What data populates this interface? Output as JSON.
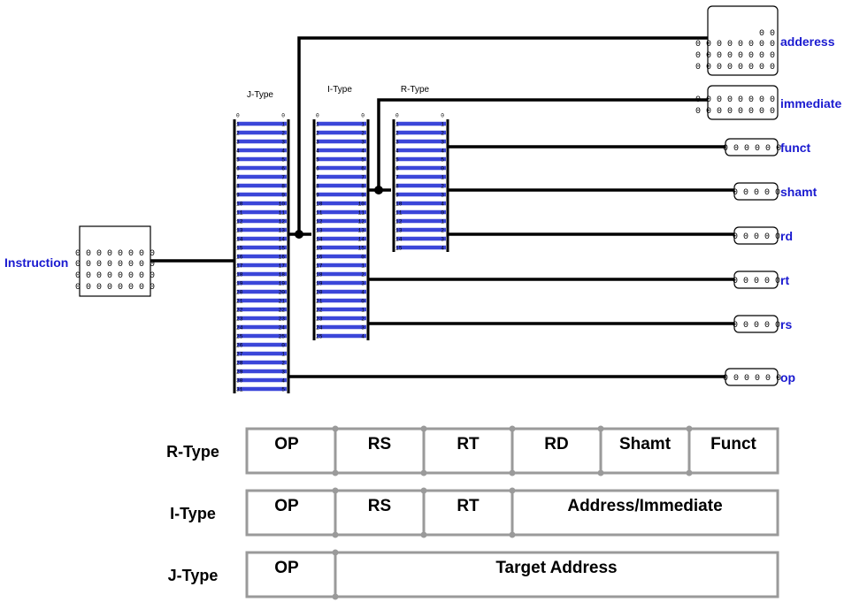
{
  "colors": {
    "label_blue": "#1a1ad0",
    "splitter_blue": "#3b46d9",
    "wire": "#000000",
    "table_border": "#9a9a9a"
  },
  "input": {
    "label": "Instruction",
    "rows": [
      "0 0 0 0 0 0 0 0",
      "0 0 0 0 0 0 0 0",
      "0 0 0 0 0 0 0 0",
      "0 0 0 0 0 0 0 0"
    ]
  },
  "splitter_titles": {
    "j": "J-Type",
    "i": "I-Type",
    "r": "R-Type"
  },
  "splitters": {
    "j": {
      "left": [
        "0",
        "1",
        "2",
        "3",
        "4",
        "5",
        "6",
        "7",
        "8",
        "9",
        "10",
        "11",
        "12",
        "13",
        "14",
        "15",
        "16",
        "17",
        "18",
        "19",
        "20",
        "21",
        "22",
        "23",
        "24",
        "25",
        "26",
        "27",
        "28",
        "29",
        "30",
        "31"
      ],
      "right": [
        "0",
        "1",
        "2",
        "3",
        "4",
        "5",
        "6",
        "7",
        "8",
        "9",
        "10",
        "11",
        "12",
        "13",
        "14",
        "15",
        "16",
        "17",
        "18",
        "19",
        "20",
        "21",
        "22",
        "23",
        "24",
        "25",
        "0",
        "1",
        "2",
        "3",
        "4",
        "5"
      ]
    },
    "i": {
      "left": [
        "0",
        "1",
        "2",
        "3",
        "4",
        "5",
        "6",
        "7",
        "8",
        "9",
        "10",
        "11",
        "12",
        "13",
        "14",
        "15",
        "16",
        "17",
        "18",
        "19",
        "20",
        "21",
        "22",
        "23",
        "24",
        "25"
      ],
      "right": [
        "0",
        "1",
        "2",
        "3",
        "4",
        "5",
        "6",
        "7",
        "8",
        "9",
        "10",
        "11",
        "12",
        "13",
        "14",
        "15",
        "0",
        "1",
        "2",
        "3",
        "4",
        "0",
        "1",
        "2",
        "3",
        "4"
      ]
    },
    "r": {
      "left": [
        "0",
        "1",
        "2",
        "3",
        "4",
        "5",
        "6",
        "7",
        "8",
        "9",
        "10",
        "11",
        "12",
        "13",
        "14",
        "15"
      ],
      "right": [
        "0",
        "1",
        "2",
        "3",
        "4",
        "5",
        "0",
        "1",
        "2",
        "3",
        "4",
        "0",
        "1",
        "2",
        "3",
        "4"
      ]
    }
  },
  "outputs": {
    "adderess": {
      "label": "adderess",
      "rows": [
        "0 0",
        "0 0 0 0 0 0 0 0",
        "0 0 0 0 0 0 0 0",
        "0 0 0 0 0 0 0 0"
      ]
    },
    "immediate": {
      "label": "immediate",
      "rows": [
        "0 0 0 0 0 0 0 0",
        "0 0 0 0 0 0 0 0"
      ]
    },
    "funct": {
      "label": "funct",
      "value": "0 0 0 0 0 0"
    },
    "shamt": {
      "label": "shamt",
      "value": "0 0 0 0 0"
    },
    "rd": {
      "label": "rd",
      "value": "0 0 0 0 0"
    },
    "rt": {
      "label": "rt",
      "value": "0 0 0 0 0"
    },
    "rs": {
      "label": "rs",
      "value": "0 0 0 0 0"
    },
    "op": {
      "label": "op",
      "value": "0 0 0 0 0 0"
    }
  },
  "format_table": {
    "rows": [
      {
        "label": "R-Type",
        "cells": [
          "OP",
          "RS",
          "RT",
          "RD",
          "Shamt",
          "Funct"
        ]
      },
      {
        "label": "I-Type",
        "cells": [
          "OP",
          "RS",
          "RT",
          "Address/Immediate"
        ]
      },
      {
        "label": "J-Type",
        "cells": [
          "OP",
          "Target Address"
        ]
      }
    ]
  }
}
